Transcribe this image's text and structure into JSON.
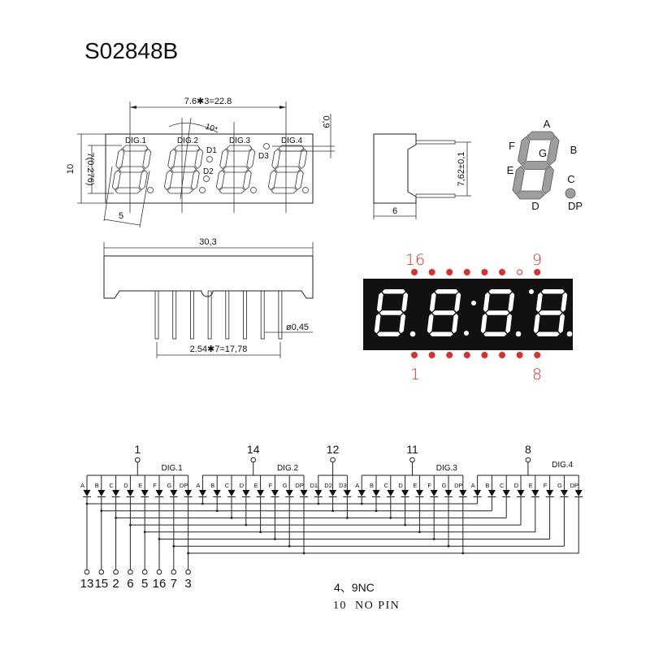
{
  "title": "S02848B",
  "front_view": {
    "pitch_dim": "7.6✱3=22.8",
    "height_dim": "10",
    "digit_height_dim": "7(0.276)",
    "dot_offset_dim": "0,9",
    "angle_dim": "10*",
    "digit_width_dim": "5",
    "digit_labels": [
      "DIG.1",
      "DIG.2",
      "DIG.3",
      "DIG.4"
    ],
    "dot_labels": [
      "D1",
      "D2",
      "D3"
    ]
  },
  "side_view": {
    "pin_spacing_dim": "7,62±0,1",
    "depth_dim": "6"
  },
  "segment_legend": {
    "segments": [
      "A",
      "B",
      "C",
      "D",
      "E",
      "F",
      "G"
    ],
    "dp_label": "DP",
    "fill_color": "#9e9e9e"
  },
  "bottom_view": {
    "length_dim": "30,3",
    "pin_pitch_dim": "2.54✱7=17,78",
    "pin_diameter_dim": "ø0,45"
  },
  "pinout": {
    "top_left_label": "16",
    "top_right_label": "9",
    "bottom_left_label": "1",
    "bottom_right_label": "8",
    "top_pins_present": [
      true,
      true,
      true,
      true,
      true,
      true,
      false,
      true
    ],
    "bottom_pins_present": [
      true,
      true,
      true,
      true,
      true,
      true,
      true,
      true
    ],
    "pin_color": "#d9302c"
  },
  "schematic": {
    "groups": [
      {
        "label": "DIG.1",
        "common_pin": "1",
        "segments": [
          "A",
          "B",
          "C",
          "D",
          "E",
          "F",
          "G",
          "DP"
        ]
      },
      {
        "label": "DIG.2",
        "common_pin": "14",
        "segments": [
          "A",
          "B",
          "C",
          "D",
          "E",
          "F",
          "G",
          "DP"
        ]
      },
      {
        "label": "",
        "common_pin": "12",
        "segments": [
          "D1",
          "D2",
          "D3"
        ]
      },
      {
        "label": "DIG.3",
        "common_pin": "11",
        "segments": [
          "A",
          "B",
          "C",
          "D",
          "E",
          "F",
          "G",
          "DP"
        ]
      },
      {
        "label": "DIG.4",
        "common_pin": "8",
        "segments": [
          "A",
          "B",
          "C",
          "D",
          "E",
          "F",
          "G",
          "DP"
        ]
      }
    ],
    "segment_pins": [
      "13",
      "15",
      "2",
      "6",
      "5",
      "16",
      "7",
      "3"
    ],
    "notes": [
      "4、9NC",
      "10  NO PIN"
    ]
  }
}
